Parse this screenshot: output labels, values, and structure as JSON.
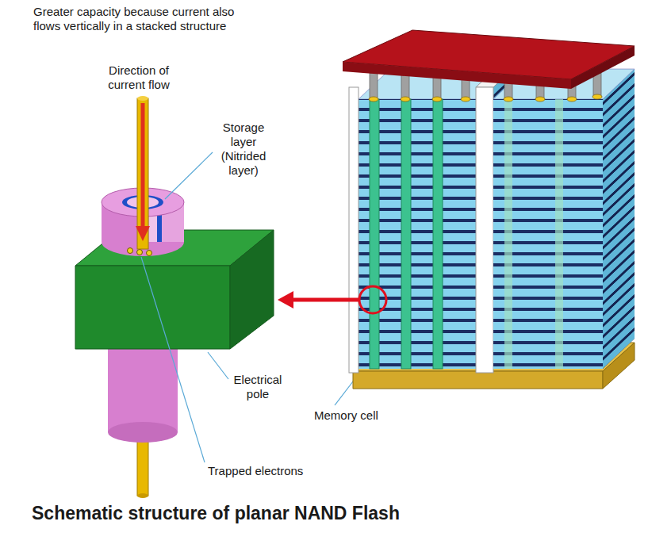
{
  "diagram": {
    "caption": "Schematic structure of planar NAND Flash",
    "labels": [
      "Greater capacity because current also flows vertically in a stacked structure",
      "Direction of current flow",
      "Storage layer (Nitrided layer)",
      "Electrical pole",
      "Memory cell",
      "Trapped electrons"
    ]
  }
}
